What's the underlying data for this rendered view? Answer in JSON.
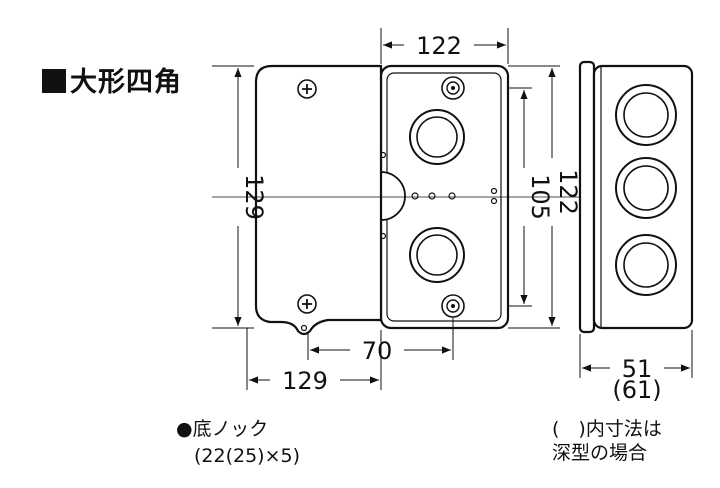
{
  "title": "大形四角",
  "dimensions": {
    "top_width": "122",
    "left_height": "129",
    "inner_height": "105",
    "right_height": "122",
    "knock_spacing": "70",
    "bottom_width": "129",
    "side_depth": "51",
    "side_depth_deep": "(61)"
  },
  "notes": {
    "bullet": "●",
    "bottom_knock_label": "底ノック",
    "bottom_knock_spec": "(22(25)×5)",
    "paren_note_line1": "(　)内寸法は",
    "paren_note_line2": "深型の場合"
  }
}
